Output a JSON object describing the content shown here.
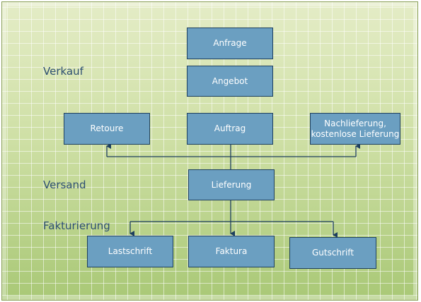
{
  "sections": {
    "verkauf": "Verkauf",
    "versand": "Versand",
    "fakturierung": "Fakturierung"
  },
  "boxes": {
    "anfrage": "Anfrage",
    "angebot": "Angebot",
    "auftrag": "Auftrag",
    "retoure": "Retoure",
    "nachlieferung": "Nachlieferung,\nkostenlose Lieferung",
    "lieferung": "Lieferung",
    "lastschrift": "Lastschrift",
    "faktura": "Faktura",
    "gutschrift": "Gutschrift"
  },
  "colors": {
    "box_fill": "#6b9fc1",
    "box_border": "#1d3f5e",
    "connector": "#1d3f5e",
    "section_text": "#2d4f72",
    "background": "#c6d89a"
  }
}
